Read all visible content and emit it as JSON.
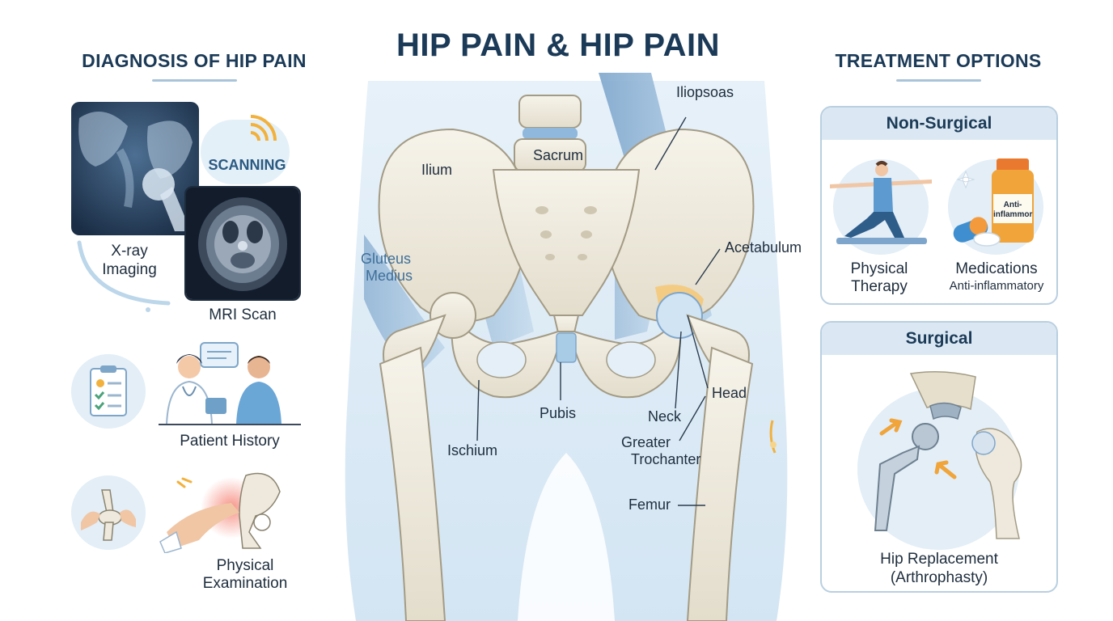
{
  "title": "HIP PAIN & HIP PAIN",
  "diagnosis": {
    "heading": "DIAGNOSIS OF HIP PAIN",
    "scanning": "SCANNING",
    "xray_line1": "X-ray",
    "xray_line2": "Imaging",
    "mri": "MRI Scan",
    "history": "Patient History",
    "exam_line1": "Physical",
    "exam_line2": "Examination"
  },
  "anatomy": {
    "iliopsoas": "Iliopsoas",
    "sacrum": "Sacrum",
    "ilium": "Ilium",
    "gluteus_line1": "Gluteus",
    "gluteus_line2": "Medius",
    "acetabulum": "Acetabulum",
    "head": "Head",
    "neck": "Neck",
    "pubis": "Pubis",
    "ischium": "Ischium",
    "greater_line1": "Greater",
    "greater_line2": "Trochanter",
    "femur": "Femur"
  },
  "treatment": {
    "heading": "TREATMENT OPTIONS",
    "non_surgical": {
      "heading": "Non-Surgical",
      "pt_line1": "Physical",
      "pt_line2": "Therapy",
      "med_title": "Medications",
      "med_sub": "Anti-inflammatory",
      "bottle_label_line1": "Anti-",
      "bottle_label_line2": "inflammor"
    },
    "surgical": {
      "heading": "Surgical",
      "hr_line1": "Hip Replacement",
      "hr_line2": "(Arthrophasty)"
    }
  },
  "colors": {
    "navy": "#1b3a57",
    "bone": "#eeeadf",
    "muscle": "#8fb4d6",
    "accent_orange": "#f0a43a"
  }
}
